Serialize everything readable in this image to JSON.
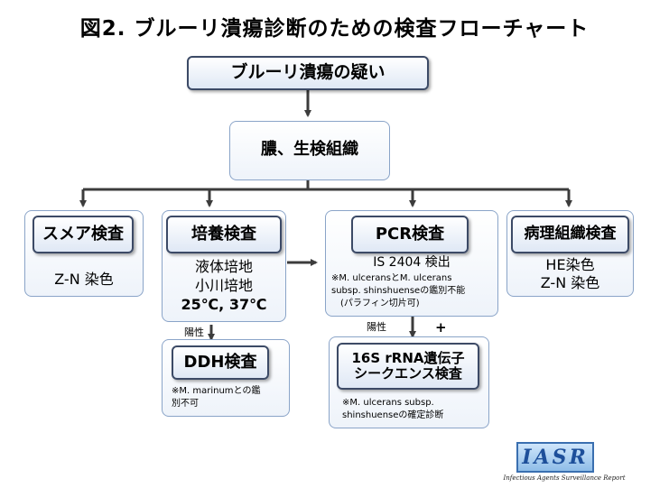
{
  "title": "図2. ブルーリ潰瘍診断のための検査フローチャート",
  "nodes": {
    "suspect": "ブルーリ潰瘍の疑い",
    "sample": "膿、生検組織",
    "smear": {
      "label": "スメア検査",
      "detail": "Z-N 染色"
    },
    "culture": {
      "label": "培養検査",
      "detail1": "液体培地",
      "detail2": "小川培地",
      "detail3": "25℃, 37℃"
    },
    "pcr": {
      "label": "PCR検査",
      "detail": "IS 2404 検出",
      "note1": "※M. ulceransとM. ulcerans",
      "note2": "subsp. shinshuenseの鑑別不能",
      "note3": "(パラフィン切片可)"
    },
    "pathology": {
      "label": "病理組織検査",
      "detail1": "HE染色",
      "detail2": "Z-N 染色"
    },
    "ddh": {
      "label": "DDH検査",
      "note1": "※M. marinumとの鑑",
      "note2": "別不可"
    },
    "sequence": {
      "label1": "16S rRNA遺伝子",
      "label2": "シークエンス検査",
      "note1": "※M. ulcerans subsp.",
      "note2": "shinshuenseの確定診断"
    }
  },
  "edges": {
    "positive_label_culture": "陽性",
    "positive_label_pcr": "陽性",
    "plus_sign": "+"
  },
  "logo": {
    "text": "IASR",
    "subtitle": "Infectious Agents Surveillance Report"
  }
}
